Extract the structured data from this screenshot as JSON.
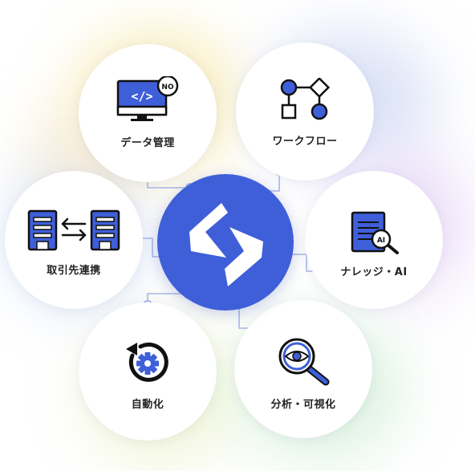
{
  "colors": {
    "hub": "#3f5fd9",
    "connector": "#a9b6e8",
    "icon_blue": "#3f5fd9",
    "text": "#222222"
  },
  "hub": {
    "icon": "logo-mark-icon"
  },
  "nodes": {
    "data_management": {
      "label": "データ管理",
      "icon": "monitor-code-icon",
      "badge": "NO"
    },
    "workflow": {
      "label": "ワークフロー",
      "icon": "flowchart-icon"
    },
    "trade_partners": {
      "label": "取引先連携",
      "icon": "server-exchange-icon"
    },
    "knowledge_ai": {
      "label": "ナレッジ・AI",
      "icon": "document-ai-icon",
      "badge": "AI"
    },
    "automation": {
      "label": "自動化",
      "icon": "gear-cycle-icon"
    },
    "analytics": {
      "label": "分析・可視化",
      "icon": "magnifier-eye-icon"
    }
  }
}
